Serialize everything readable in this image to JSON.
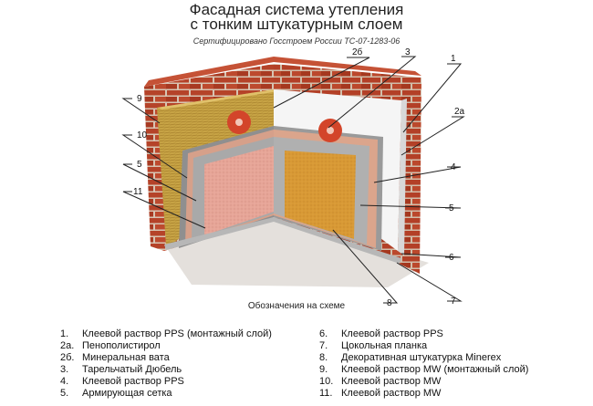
{
  "title_line1": "Фасадная система утепления",
  "title_line2": "с тонким штукатурным слоем",
  "certification": "Сертифицировано Госстроем России ТС-07-1283-06",
  "caption": "Обозначения на схеме",
  "callouts": [
    "2б",
    "3",
    "1",
    "9",
    "2а",
    "10",
    "4",
    "5",
    "11",
    "5",
    "6",
    "8",
    "7"
  ],
  "legend_left": [
    {
      "num": "1.",
      "text": "Клеевой раствор PPS (монтажный слой)"
    },
    {
      "num": "2а.",
      "text": "Пенополистирол"
    },
    {
      "num": "2б.",
      "text": "Минеральная вата"
    },
    {
      "num": "3.",
      "text": "Тарельчатый Дюбель"
    },
    {
      "num": "4.",
      "text": "Клеевой раствор PPS"
    },
    {
      "num": "5.",
      "text": "Армирующая сетка"
    }
  ],
  "legend_right": [
    {
      "num": "6.",
      "text": "Клеевой раствор PPS"
    },
    {
      "num": "7.",
      "text": "Цокольная планка"
    },
    {
      "num": "8.",
      "text": "Декоративная штукатурка Minerex"
    },
    {
      "num": "9.",
      "text": "Клеевой раствор MW (монтажный слой)"
    },
    {
      "num": "10.",
      "text": "Клеевой раствор MW"
    },
    {
      "num": "11.",
      "text": "Клеевой раствор MW"
    }
  ],
  "colors": {
    "brick": "#b8442c",
    "mortar": "#d9c6b4",
    "mineral_wool": "#c9a64a",
    "polystyrene": "#f4f4f4",
    "pink_plaster": "#e7a79a",
    "orange_plaster": "#d99a3a",
    "dowel": "#d5462a"
  }
}
